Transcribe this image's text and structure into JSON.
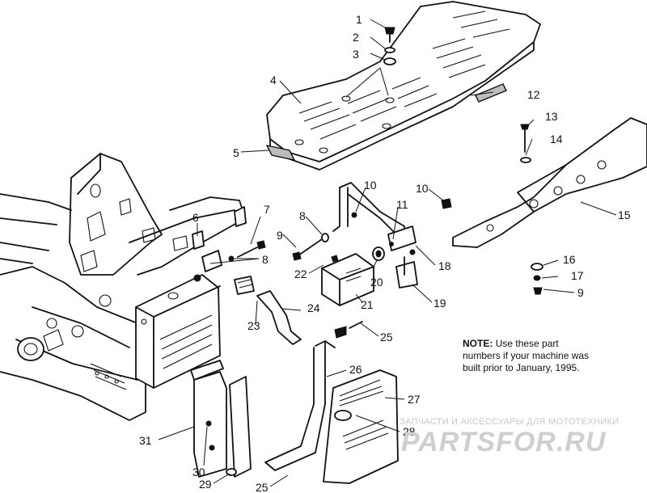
{
  "callouts": [
    "1",
    "2",
    "3",
    "4",
    "5",
    "6",
    "7",
    "8",
    "8",
    "9",
    "10",
    "10",
    "11",
    "12",
    "13",
    "14",
    "15",
    "16",
    "17",
    "9",
    "18",
    "19",
    "20",
    "21",
    "22",
    "23",
    "24",
    "25",
    "26",
    "27",
    "28",
    "25",
    "29",
    "30",
    "31"
  ],
  "note": {
    "heading": "NOTE:",
    "body": "Use these part numbers if your machine was built prior to January, 1995."
  },
  "watermark": {
    "caption": "ЗАПЧАСТИ И АКСЕССУАРЫ ДЛЯ МОТОТЕХНИКИ",
    "logo": "PARTSFOR.RU"
  }
}
